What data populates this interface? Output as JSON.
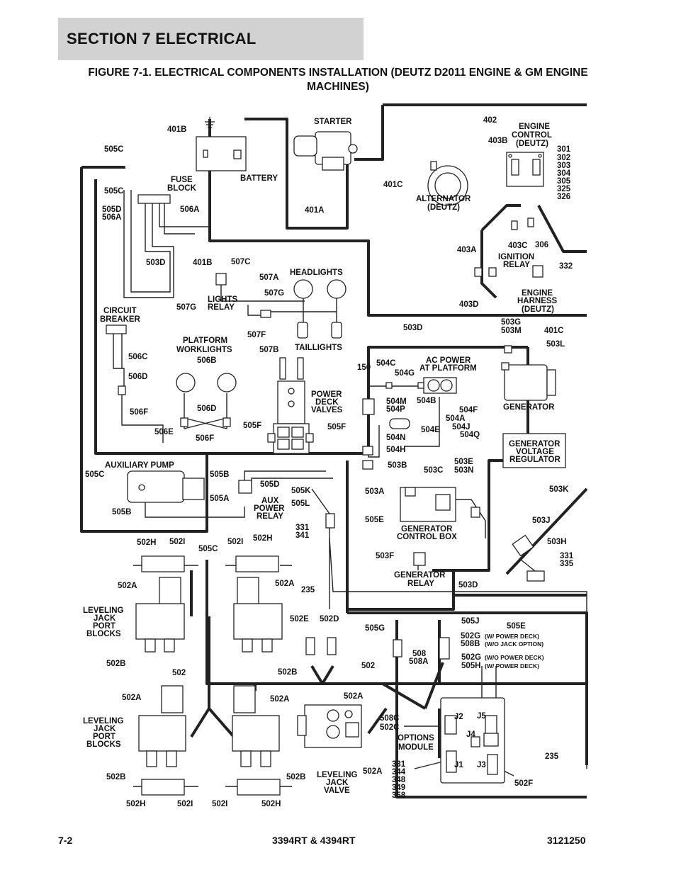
{
  "header": {
    "section_title": "SECTION 7   ELECTRICAL"
  },
  "figure": {
    "title": "FIGURE 7-1. ELECTRICAL COMPONENTS INSTALLATION (DEUTZ D2011 ENGINE & GM ENGINE MACHINES)"
  },
  "components": {
    "starter": "STARTER",
    "battery": "BATTERY",
    "fuse_block": [
      "FUSE",
      "BLOCK"
    ],
    "alternator": [
      "ALTERNATOR",
      "(DEUTZ)"
    ],
    "engine_control": [
      "ENGINE",
      "CONTROL",
      "(DEUTZ)"
    ],
    "ignition_relay": [
      "IGNITION",
      "RELAY"
    ],
    "engine_harness": [
      "ENGINE",
      "HARNESS",
      "(DEUTZ)"
    ],
    "headlights": "HEADLIGHTS",
    "lights_relay": [
      "LIGHTS",
      "RELAY"
    ],
    "taillights": "TAILLIGHTS",
    "circuit_breaker": [
      "CIRCUIT",
      "BREAKER"
    ],
    "platform_worklights": [
      "PLATFORM",
      "WORKLIGHTS"
    ],
    "power_deck_valves": [
      "POWER",
      "DECK",
      "VALVES"
    ],
    "ac_power_platform": [
      "AC POWER",
      "AT PLATFORM"
    ],
    "generator": "GENERATOR",
    "generator_voltage_regulator": [
      "GENERATOR",
      "VOLTAGE",
      "REGULATOR"
    ],
    "auxiliary_pump": "AUXILIARY PUMP",
    "aux_power_relay": [
      "AUX",
      "POWER",
      "RELAY"
    ],
    "generator_control_box": [
      "GENERATOR",
      "CONTROL BOX"
    ],
    "generator_relay": [
      "GENERATOR",
      "RELAY"
    ],
    "leveling_jack_port_blocks": [
      "LEVELING",
      "JACK",
      "PORT",
      "BLOCKS"
    ],
    "leveling_jack_valve": [
      "LEVELING",
      "JACK",
      "VALVE"
    ],
    "options_module": [
      "OPTIONS",
      "MODULE"
    ]
  },
  "callouts": {
    "c401B": "401B",
    "c505C": "505C",
    "c505D": "505D",
    "c506A": "506A",
    "c506A_2": "506A",
    "c401A": "401A",
    "c401C": "401C",
    "c402": "402",
    "c403B": "403B",
    "c301": "301",
    "c302": "302",
    "c303": "303",
    "c304": "304",
    "c305": "305",
    "c325": "325",
    "c326": "326",
    "c403A": "403A",
    "c403C": "403C",
    "c306": "306",
    "c332": "332",
    "c403D": "403D",
    "c503D": "503D",
    "c401B_2": "401B",
    "c507C": "507C",
    "c507A": "507A",
    "c507G": "507G",
    "c507F": "507F",
    "c507B": "507B",
    "c506C": "506C",
    "c506D": "506D",
    "c506F": "506F",
    "c506B": "506B",
    "c506E": "506E",
    "c503G": "503G",
    "c503M": "503M",
    "c401C_2": "401C",
    "c503L": "503L",
    "c150": "150",
    "c504C": "504C",
    "c504G": "504G",
    "c504M": "504M",
    "c504P": "504P",
    "c504B": "504B",
    "c504A": "504A",
    "c504F": "504F",
    "c504J": "504J",
    "c504Q": "504Q",
    "c504E": "504E",
    "c504N": "504N",
    "c504H": "504H",
    "c505F": "505F",
    "c503B": "503B",
    "c503C": "503C",
    "c503E": "503E",
    "c503N": "503N",
    "c503A": "503A",
    "c503K": "503K",
    "c505B": "505B",
    "c505A": "505A",
    "c505K": "505K",
    "c505L": "505L",
    "c505E": "505E",
    "c331": "331",
    "c341": "341",
    "c503J": "503J",
    "c503H": "503H",
    "c335": "335",
    "c503F": "503F",
    "c502H": "502H",
    "c502I": "502I",
    "c502A": "502A",
    "c502B": "502B",
    "c502": "502",
    "c235": "235",
    "c502E": "502E",
    "c502D": "502D",
    "c505G": "505G",
    "c505J": "505J",
    "c502G": "502G",
    "c502G_note": "(W/ POWER DECK)",
    "c508B": "508B",
    "c508B_note": "(W/O JACK OPTION)",
    "c502G_2": "502G",
    "c502G_2_note": "(W/O POWER DECK)",
    "c505H": "505H",
    "c505H_note": "(W/ POWER DECK)",
    "c508": "508",
    "c508A": "508A",
    "c508C": "508C",
    "c502C": "502C",
    "cJ1": "J1",
    "cJ2": "J2",
    "cJ3": "J3",
    "cJ4": "J4",
    "cJ5": "J5",
    "c344": "344",
    "c348": "348",
    "c349": "349",
    "c358": "358",
    "c502F": "502F"
  },
  "footer": {
    "page": "7-2",
    "model": "3394RT & 4394RT",
    "doc_number": "3121250"
  }
}
